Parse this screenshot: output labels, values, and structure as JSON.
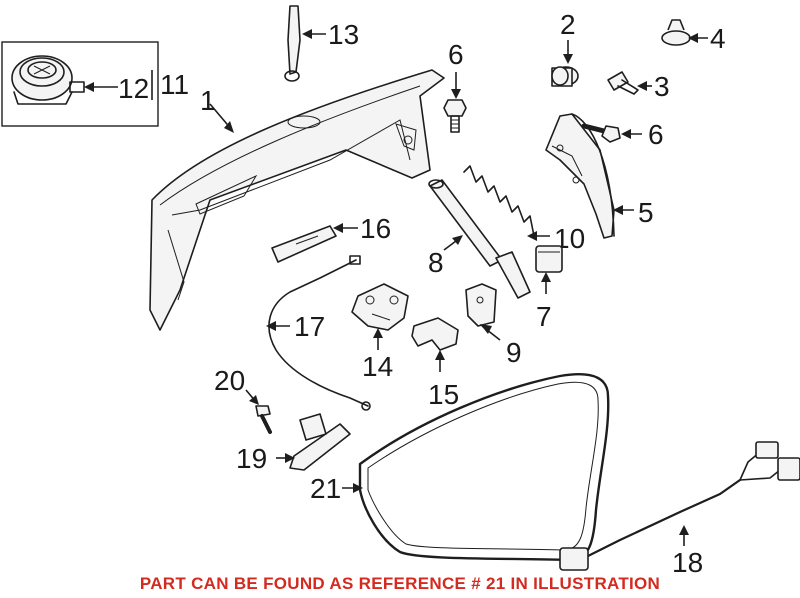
{
  "callouts": {
    "c1": "1",
    "c2": "2",
    "c3": "3",
    "c4": "4",
    "c5": "5",
    "c6a": "6",
    "c6b": "6",
    "c7": "7",
    "c8": "8",
    "c9": "9",
    "c10": "10",
    "c11": "11",
    "c12": "12",
    "c13": "13",
    "c14": "14",
    "c15": "15",
    "c16": "16",
    "c17": "17",
    "c18": "18",
    "c19": "19",
    "c20": "20",
    "c21": "21"
  },
  "footer_note": "PART CAN BE FOUND AS REFERENCE # 21 IN ILLUSTRATION",
  "colors": {
    "footer": "#d42a20",
    "line": "#1e1e1e",
    "background": "#ffffff"
  }
}
